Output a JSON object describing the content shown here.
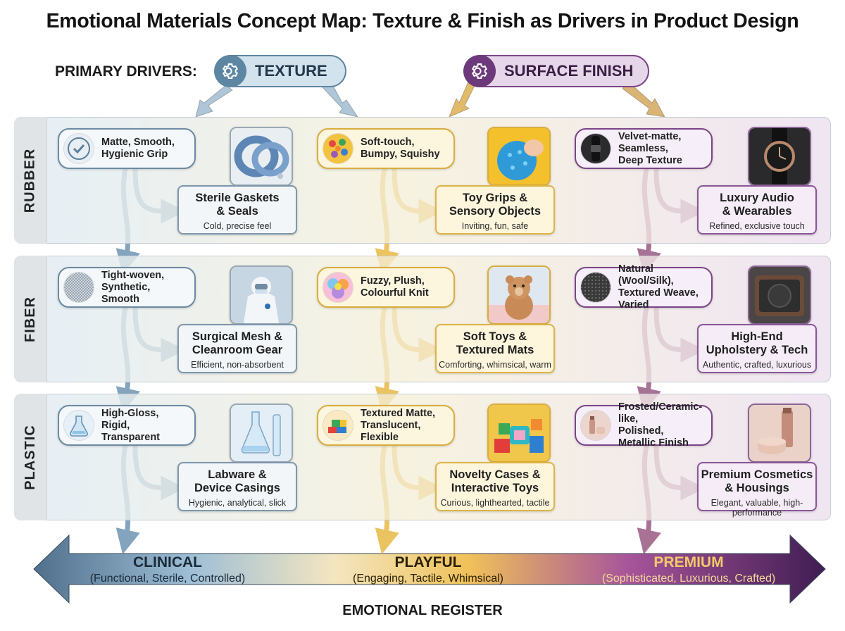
{
  "title": "Emotional Materials Concept Map: Texture & Finish as Drivers in Product Design",
  "drivers": {
    "label": "PRIMARY DRIVERS:",
    "texture": "TEXTURE",
    "finish": "SURFACE FINISH",
    "icon": "gear-icon"
  },
  "rows": [
    {
      "label": "RUBBER",
      "cells": [
        {
          "attribute": "Matte, Smooth,\nHygienic Grip",
          "swatch": "certified-badge-icon",
          "image": "gasket-rings-image",
          "outcome": "Sterile Gaskets\n& Seals",
          "feel": "Cold, precise feel"
        },
        {
          "attribute": "Soft-touch,\nBumpy, Squishy",
          "swatch": "spiky-ball-icon",
          "image": "sensory-ball-image",
          "outcome": "Toy Grips &\nSensory Objects",
          "feel": "Inviting, fun, safe"
        },
        {
          "attribute": "Velvet-matte,\nSeamless,\nDeep Texture",
          "swatch": "watch-strap-icon",
          "image": "luxury-watch-image",
          "outcome": "Luxury Audio\n& Wearables",
          "feel": "Refined, exclusive touch"
        }
      ]
    },
    {
      "label": "FIBER",
      "cells": [
        {
          "attribute": "Tight-woven,\nSynthetic,\nSmooth",
          "swatch": "woven-mesh-icon",
          "image": "cleanroom-suit-image",
          "outcome": "Surgical Mesh &\nCleanroom Gear",
          "feel": "Efficient, non-absorbent"
        },
        {
          "attribute": "Fuzzy, Plush,\nColourful Knit",
          "swatch": "yarn-ball-icon",
          "image": "teddy-bear-image",
          "outcome": "Soft Toys &\nTextured Mats",
          "feel": "Comforting, whimsical, warm"
        },
        {
          "attribute": "Natural (Wool/Silk),\nTextured Weave,\nVaried",
          "swatch": "weave-texture-icon",
          "image": "speaker-image",
          "outcome": "High-End\nUpholstery & Tech",
          "feel": "Authentic, crafted, luxurious"
        }
      ]
    },
    {
      "label": "PLASTIC",
      "cells": [
        {
          "attribute": "High-Gloss,\nRigid,\nTransparent",
          "swatch": "flask-icon",
          "image": "labware-image",
          "outcome": "Labware &\nDevice Casings",
          "feel": "Hygienic, analytical, slick"
        },
        {
          "attribute": "Textured Matte,\nTranslucent,\nFlexible",
          "swatch": "building-blocks-icon",
          "image": "toy-blocks-image",
          "outcome": "Novelty Cases &\nInteractive Toys",
          "feel": "Curious, lighthearted, tactile"
        },
        {
          "attribute": "Frosted/Ceramic-like,\nPolished,\nMetallic Finish",
          "swatch": "cosmetic-bottle-icon",
          "image": "cosmetics-image",
          "outcome": "Premium Cosmetics\n& Housings",
          "feel": "Elegant, valuable, high-performance"
        }
      ]
    }
  ],
  "registers": [
    {
      "name": "CLINICAL",
      "desc": "(Functional, Sterile, Controlled)"
    },
    {
      "name": "PLAYFUL",
      "desc": "(Engaging, Tactile, Whimsical)"
    },
    {
      "name": "PREMIUM",
      "desc": "(Sophisticated, Luxurious, Crafted)"
    }
  ],
  "axis_label": "EMOTIONAL REGISTER",
  "colors": {
    "clinical": "#5d86a3",
    "playful": "#e8b93c",
    "premium": "#6c3a7c"
  }
}
